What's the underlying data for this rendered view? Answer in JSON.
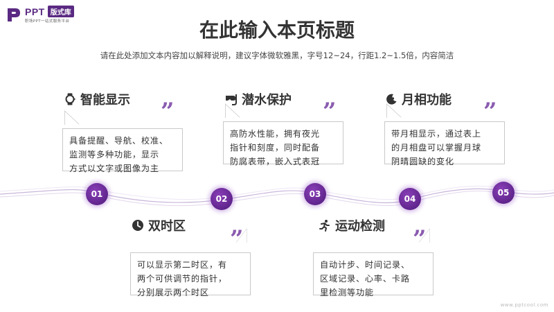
{
  "logo": {
    "ppt": "PPT",
    "badge": "版式库",
    "sub": "职场PPT一站式服务平台"
  },
  "title": "在此输入本页标题",
  "subtitle": "请在此处添加文本内容加以解释说明，建议字体微软雅黑，字号12~24，行距1.2~1.5倍，内容简洁",
  "quote_glyph": "”",
  "features": [
    {
      "heading": "智能显示",
      "icon": "watch-icon",
      "lines": [
        "具备提醒、导航、校准、",
        "监测等多种功能，显示",
        "方式以文字或图像为主"
      ]
    },
    {
      "heading": "双时区",
      "icon": "clock-icon",
      "lines": [
        "可以显示第二时区，有",
        "两个可供调节的指针，",
        "分别展示两个时区"
      ]
    },
    {
      "heading": "潜水保护",
      "icon": "diving-icon",
      "lines": [
        "高防水性能，拥有夜光",
        "指针和刻度，同时配备",
        "防腐表带，嵌入式表冠"
      ]
    },
    {
      "heading": "运动检测",
      "icon": "running-icon",
      "lines": [
        "自动计步、时间记录、",
        "区域记录、心率、卡路",
        "里检测等功能"
      ]
    },
    {
      "heading": "月相功能",
      "icon": "moon-icon",
      "lines": [
        "带月相显示，通过表上",
        "的月相盘可以掌握月球",
        "阴晴圆缺的变化"
      ]
    }
  ],
  "nodes": [
    "01",
    "02",
    "03",
    "04",
    "05"
  ],
  "colors": {
    "accent": "#5a2a82",
    "node": "#6a2a9a",
    "quote": "#8a5bb0"
  },
  "watermark": "www.pptcool.com"
}
